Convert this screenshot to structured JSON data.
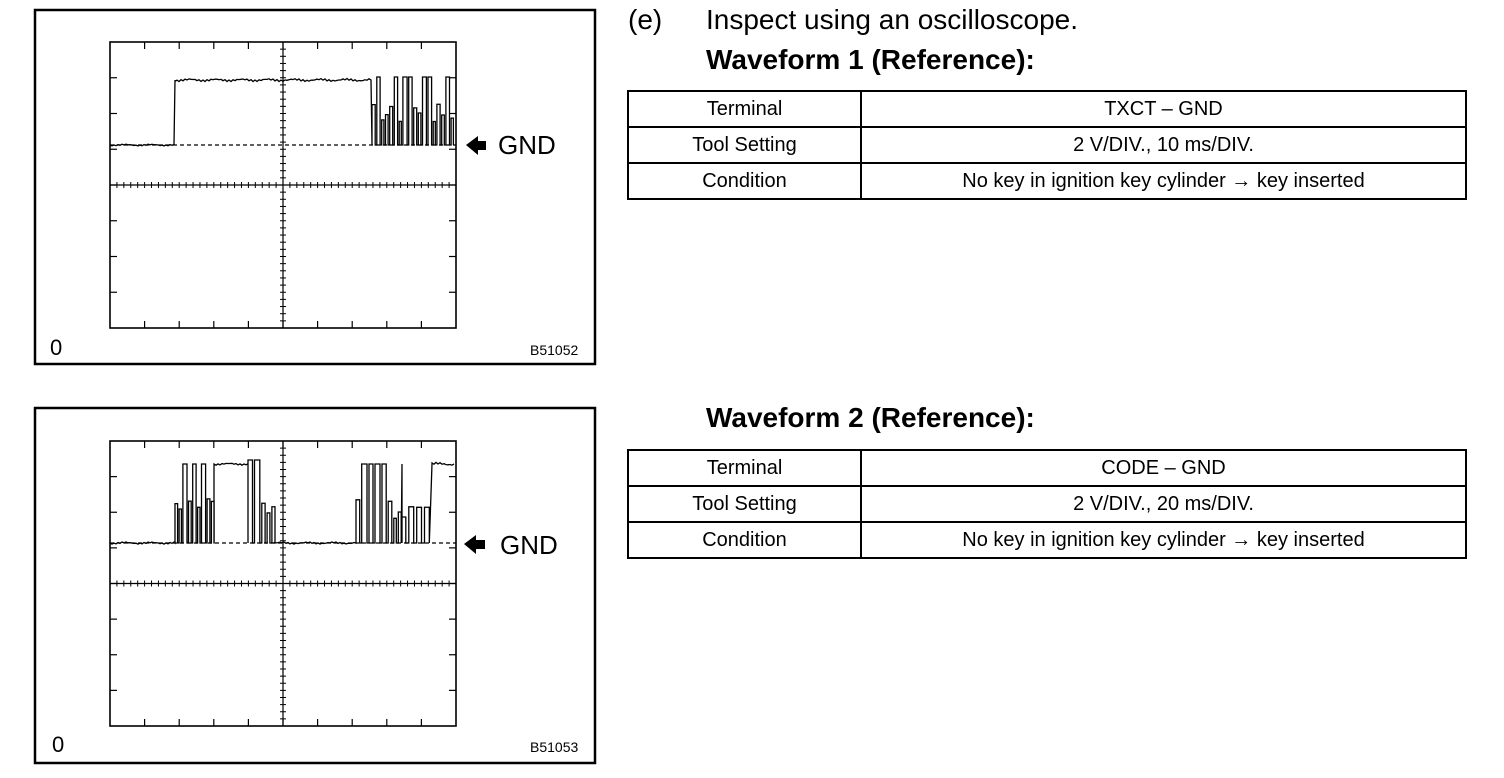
{
  "step": {
    "letter": "(e)",
    "text": "Inspect using an oscilloscope."
  },
  "waveforms": [
    {
      "heading": "Waveform 1 (Reference):",
      "rows": [
        {
          "label": "Terminal",
          "value": "TXCT – GND"
        },
        {
          "label": "Tool Setting",
          "value": "2 V/DIV., 10 ms/DIV."
        },
        {
          "label": "Condition",
          "value": "No key in ignition key cylinder → key inserted"
        }
      ],
      "figure": {
        "gnd_label": "GND",
        "zero_label": "0",
        "figure_code": "B51052"
      }
    },
    {
      "heading": "Waveform 2 (Reference):",
      "rows": [
        {
          "label": "Terminal",
          "value": "CODE – GND"
        },
        {
          "label": "Tool Setting",
          "value": "2 V/DIV., 20 ms/DIV."
        },
        {
          "label": "Condition",
          "value": "No key in ignition key cylinder → key inserted"
        }
      ],
      "figure": {
        "gnd_label": "GND",
        "zero_label": "0",
        "figure_code": "B51053"
      }
    }
  ],
  "icons": {
    "gnd_marker": "left-arrow-icon"
  }
}
